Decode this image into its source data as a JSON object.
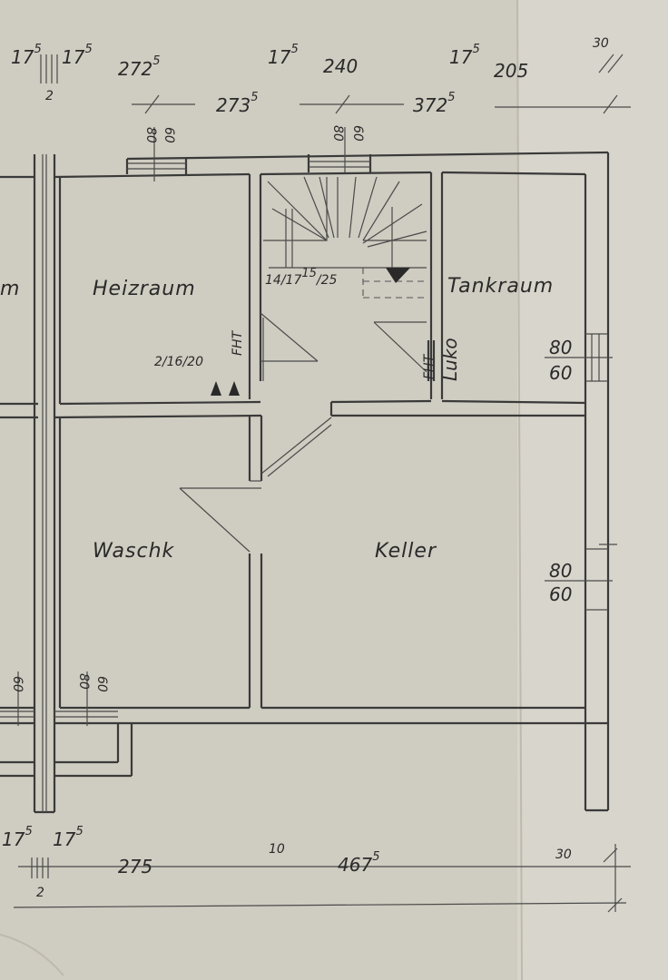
{
  "rooms": {
    "left_edge": "m",
    "heizraum": "Heizraum",
    "tankraum": "Tankraum",
    "waschk": "Waschk",
    "keller": "Keller"
  },
  "top_dimensions": {
    "a": {
      "base": "17",
      "sup": "5"
    },
    "b": {
      "base": "17",
      "sup": "5"
    },
    "c": "2",
    "d": {
      "base": "272",
      "sup": "5"
    },
    "e": {
      "base": "17",
      "sup": "5"
    },
    "f": "240",
    "g": {
      "base": "17",
      "sup": "5"
    },
    "h": "205",
    "i": "30",
    "j": {
      "base": "273",
      "sup": "5"
    },
    "k": {
      "base": "372",
      "sup": "5"
    }
  },
  "bottom_dimensions": {
    "a": {
      "base": "17",
      "sup": "5"
    },
    "b": {
      "base": "17",
      "sup": "5"
    },
    "c": "2",
    "d": "275",
    "e": "10",
    "f": {
      "base": "467",
      "sup": "5"
    },
    "g": "30"
  },
  "openings": {
    "win_top_left": [
      "80",
      "60"
    ],
    "win_top_mid": [
      "80",
      "60"
    ],
    "win_right_upper": [
      "80",
      "60"
    ],
    "win_right_lower": [
      "80",
      "60"
    ],
    "win_bottom_left_a": [
      "60"
    ],
    "win_bottom_left_b": [
      "80",
      "60"
    ]
  },
  "annotations": {
    "stair_a": "14/17",
    "stair_a_sup": "15",
    "stair_b": "/25",
    "door_a": "2/16/20",
    "door_label_left": "FHT",
    "door_label_right": "FHT",
    "luko": "Luko"
  }
}
